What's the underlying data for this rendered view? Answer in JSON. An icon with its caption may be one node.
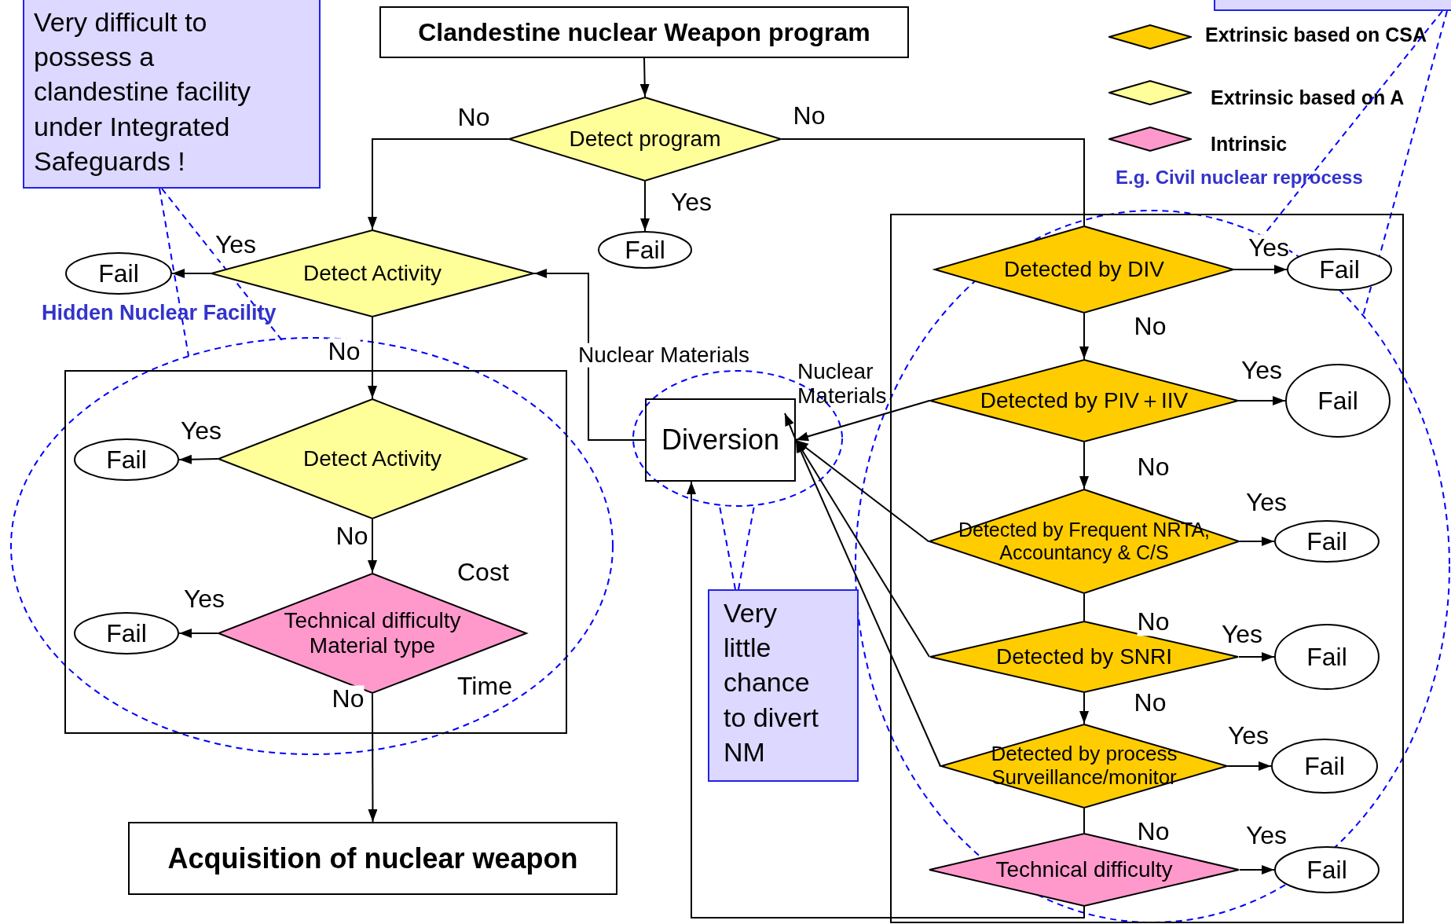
{
  "diagram": {
    "nodes": [
      {
        "text": [
          "Very difficult to possess a clandestine facility under Integrated Safeguards !"
        ]
      },
      {
        "text": [
          "Clandestine nuclear Weapon program"
        ]
      },
      {
        "text": [],
        "shape": "box"
      },
      {
        "text": [
          "Detect program"
        ]
      },
      {
        "text": [
          "Fail"
        ]
      },
      {
        "text": [
          "Detect Activity"
        ]
      },
      {
        "text": [
          "Fail"
        ]
      },
      {
        "text": [],
        "shape": "box"
      },
      {
        "text": [
          "Detect Activity"
        ],
        "in": 7
      },
      {
        "text": [
          "Fail"
        ],
        "in": 7
      },
      {
        "text": [
          "Technical difficulty",
          "Material type"
        ],
        "in": 7
      },
      {
        "text": [
          "Fail"
        ],
        "in": 7
      },
      {
        "text": [
          "Acquisition of nuclear weapon"
        ]
      },
      {
        "text": [
          "Diversion"
        ]
      },
      {
        "text": [
          "Very little chance to divert NM"
        ]
      },
      {
        "text": [],
        "shape": "box"
      },
      {
        "text": [
          "Detected by DIV"
        ],
        "in": 15
      },
      {
        "text": [
          "Fail"
        ],
        "in": 15
      },
      {
        "text": [
          "Detected by PIV＋IIV"
        ],
        "in": 15
      },
      {
        "text": [
          "Fail"
        ],
        "in": 15
      },
      {
        "text": [
          "Detected by Frequent NRTA, Accountancy & C/S"
        ],
        "in": 15
      },
      {
        "text": [
          "Fail"
        ],
        "in": 15
      },
      {
        "text": [
          "Detected by SNRI"
        ],
        "in": 15
      },
      {
        "text": [
          "Fail"
        ],
        "in": 15
      },
      {
        "text": [
          "Detected by process Surveillance/monitor"
        ],
        "in": 15
      },
      {
        "text": [
          "Fail"
        ],
        "in": 15
      },
      {
        "text": [
          "Technical difficulty"
        ],
        "in": 15
      },
      {
        "text": [
          "Fail"
        ],
        "in": 15
      }
    ],
    "edges": [
      {
        "from": 1,
        "to": 3,
        "arrow": "to"
      },
      {
        "from": 3,
        "to": 4,
        "arrow": "to",
        "label": "Yes"
      },
      {
        "from": 3,
        "to": 5,
        "arrow": "to",
        "label": "No"
      },
      {
        "from": 3,
        "to": 16,
        "arrow": "none",
        "label": "No"
      },
      {
        "from": 5,
        "to": 6,
        "arrow": "to",
        "label": "Yes"
      },
      {
        "from": 5,
        "to": 8,
        "arrow": "to",
        "label": "No"
      },
      {
        "from": 8,
        "to": 9,
        "arrow": "to",
        "label": "Yes"
      },
      {
        "from": 8,
        "to": 10,
        "arrow": "to",
        "label": "No"
      },
      {
        "from": 10,
        "to": 11,
        "arrow": "to",
        "label": "Yes"
      },
      {
        "from": 10,
        "to": 12,
        "arrow": "to",
        "label": "No"
      },
      {
        "from": 13,
        "to": 5,
        "arrow": "to",
        "label": "Nuclear Materials"
      },
      {
        "from": 16,
        "to": 17,
        "arrow": "to",
        "label": "Yes"
      },
      {
        "from": 16,
        "to": 18,
        "arrow": "to",
        "label": "No"
      },
      {
        "from": 18,
        "to": 19,
        "arrow": "to",
        "label": "Yes"
      },
      {
        "from": 18,
        "to": 20,
        "arrow": "to",
        "label": "No"
      },
      {
        "from": 20,
        "to": 21,
        "arrow": "to",
        "label": "Yes"
      },
      {
        "from": 20,
        "to": 22,
        "arrow": "none",
        "label": "No"
      },
      {
        "from": 22,
        "to": 23,
        "arrow": "to",
        "label": "Yes"
      },
      {
        "from": 22,
        "to": 24,
        "arrow": "to",
        "label": "No"
      },
      {
        "from": 24,
        "to": 25,
        "arrow": "to",
        "label": "Yes"
      },
      {
        "from": 24,
        "to": 26,
        "arrow": "none",
        "label": "No"
      },
      {
        "from": 26,
        "to": 27,
        "arrow": "to",
        "label": "Yes"
      },
      {
        "from": 18,
        "to": 13,
        "arrow": "to",
        "label": "Nuclear Materials"
      },
      {
        "from": 20,
        "to": 13,
        "arrow": "to"
      },
      {
        "from": 22,
        "to": 13,
        "arrow": "to"
      },
      {
        "from": 24,
        "to": 13,
        "arrow": "to"
      },
      {
        "from": 26,
        "to": 13,
        "arrow": "to"
      },
      {
        "from": null,
        "to": 13,
        "arrow": "to"
      },
      {
        "from": 0,
        "to": 7,
        "arrow": "none",
        "style": "dashed",
        "color": "#0000ff"
      },
      {
        "from": 14,
        "to": null,
        "arrow": "none",
        "style": "dashed",
        "color": "#0000ff"
      },
      {
        "from": 2,
        "to": null,
        "arrow": "none",
        "style": "dashed",
        "color": "#0000ff"
      }
    ],
    "labels": [
      "E.g. Civil nuclear reprocess",
      "Hidden Nuclear Facility",
      "Cost",
      "Time"
    ],
    "legend": [
      {
        "text": "Extrinsic based on CSA",
        "color": "#ffcc00"
      },
      {
        "text": "Extrinsic based on A",
        "color": "#ffff99"
      },
      {
        "text": "Intrinsic",
        "color": "#ff99cc"
      }
    ]
  }
}
